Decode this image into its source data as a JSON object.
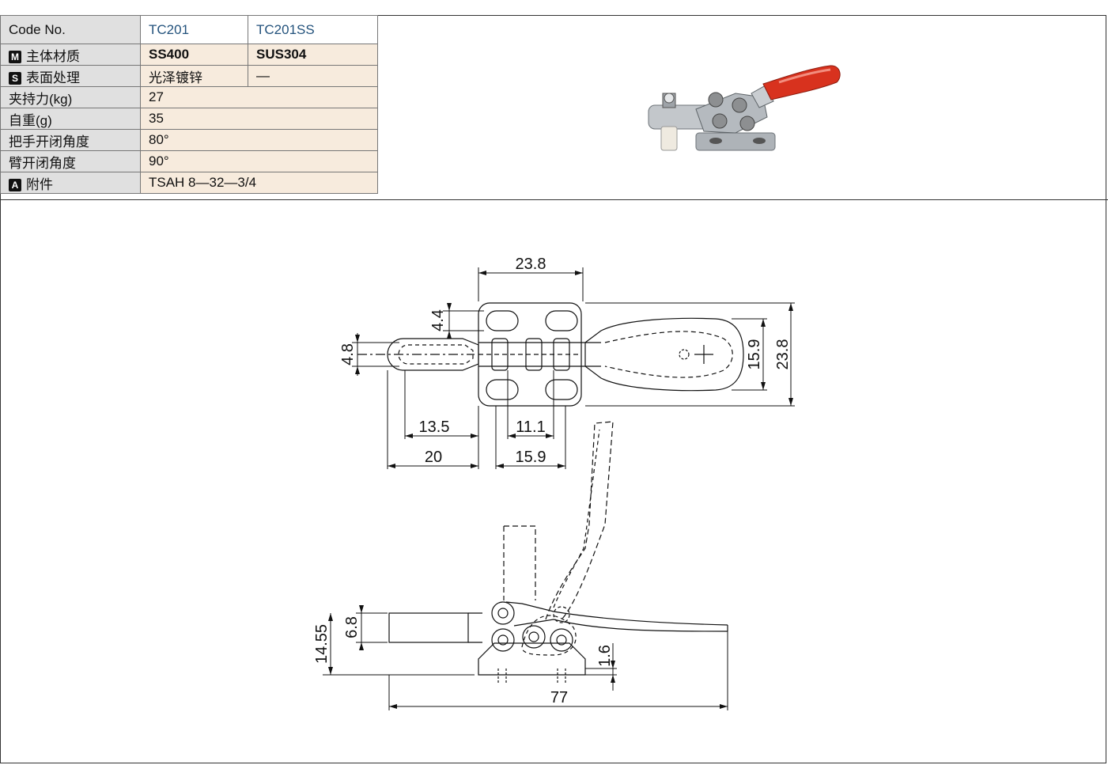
{
  "spec_table": {
    "code_label": "Code No.",
    "codes": [
      "TC201",
      "TC201SS"
    ],
    "rows": [
      {
        "badge": "M",
        "label": "主体材质",
        "values": [
          "SS400",
          "SUS304"
        ]
      },
      {
        "badge": "S",
        "label": "表面处理",
        "values": [
          "光泽镀锌",
          "—"
        ]
      },
      {
        "badge": "",
        "label": "夹持力(kg)",
        "values": [
          "27"
        ]
      },
      {
        "badge": "",
        "label": "自重(g)",
        "values": [
          "35"
        ]
      },
      {
        "badge": "",
        "label": "把手开闭角度",
        "values": [
          "80°"
        ]
      },
      {
        "badge": "",
        "label": "臂开闭角度",
        "values": [
          "90°"
        ]
      },
      {
        "badge": "A",
        "label": "附件",
        "values": [
          "TSAH 8—32—3/4"
        ]
      }
    ]
  },
  "product_photo": {
    "name": "toggle-clamp-photo",
    "handle_color": "#d8321e",
    "body_color": "#b8bcc0"
  },
  "drawing": {
    "top_view": {
      "base_width": "23.8",
      "slot_offset": "4.4",
      "arm_width": "4.8",
      "handle_width": "15.9",
      "overall_width": "23.8",
      "arm_tip_to_pivot": "13.5",
      "arm_length": "20",
      "pivot_spacing": "11.1",
      "base_hole_span": "15.9"
    },
    "side_view": {
      "arm_thickness": "6.8",
      "overall_height": "14.55",
      "base_thickness": "1.6",
      "overall_length": "77"
    }
  }
}
